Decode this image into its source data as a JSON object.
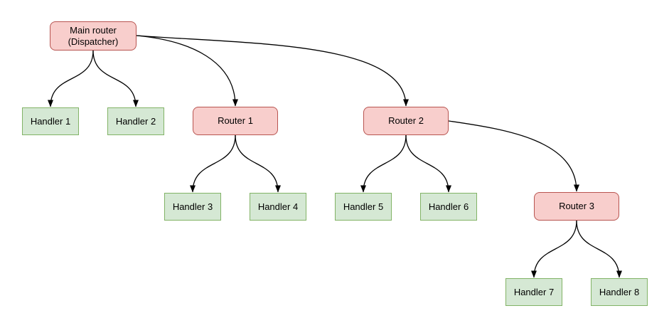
{
  "diagram": {
    "nodes": [
      {
        "id": "main-router",
        "kind": "router",
        "label": "Main router",
        "sublabel": "(Dispatcher)"
      },
      {
        "id": "handler-1",
        "kind": "handler",
        "label": "Handler 1"
      },
      {
        "id": "handler-2",
        "kind": "handler",
        "label": "Handler 2"
      },
      {
        "id": "router-1",
        "kind": "router",
        "label": "Router 1"
      },
      {
        "id": "router-2",
        "kind": "router",
        "label": "Router 2"
      },
      {
        "id": "handler-3",
        "kind": "handler",
        "label": "Handler 3"
      },
      {
        "id": "handler-4",
        "kind": "handler",
        "label": "Handler 4"
      },
      {
        "id": "handler-5",
        "kind": "handler",
        "label": "Handler 5"
      },
      {
        "id": "handler-6",
        "kind": "handler",
        "label": "Handler 6"
      },
      {
        "id": "router-3",
        "kind": "router",
        "label": "Router 3"
      },
      {
        "id": "handler-7",
        "kind": "handler",
        "label": "Handler 7"
      },
      {
        "id": "handler-8",
        "kind": "handler",
        "label": "Handler 8"
      }
    ],
    "edges": [
      {
        "from": "main-router",
        "to": "handler-1"
      },
      {
        "from": "main-router",
        "to": "handler-2"
      },
      {
        "from": "main-router",
        "to": "router-1"
      },
      {
        "from": "main-router",
        "to": "router-2"
      },
      {
        "from": "router-1",
        "to": "handler-3"
      },
      {
        "from": "router-1",
        "to": "handler-4"
      },
      {
        "from": "router-2",
        "to": "handler-5"
      },
      {
        "from": "router-2",
        "to": "handler-6"
      },
      {
        "from": "router-2",
        "to": "router-3"
      },
      {
        "from": "router-3",
        "to": "handler-7"
      },
      {
        "from": "router-3",
        "to": "handler-8"
      }
    ],
    "colors": {
      "router_fill": "#f8cecc",
      "router_border": "#b85450",
      "handler_fill": "#d5e8d4",
      "handler_border": "#82b366",
      "edge_stroke": "#000000",
      "background": "#ffffff"
    }
  }
}
